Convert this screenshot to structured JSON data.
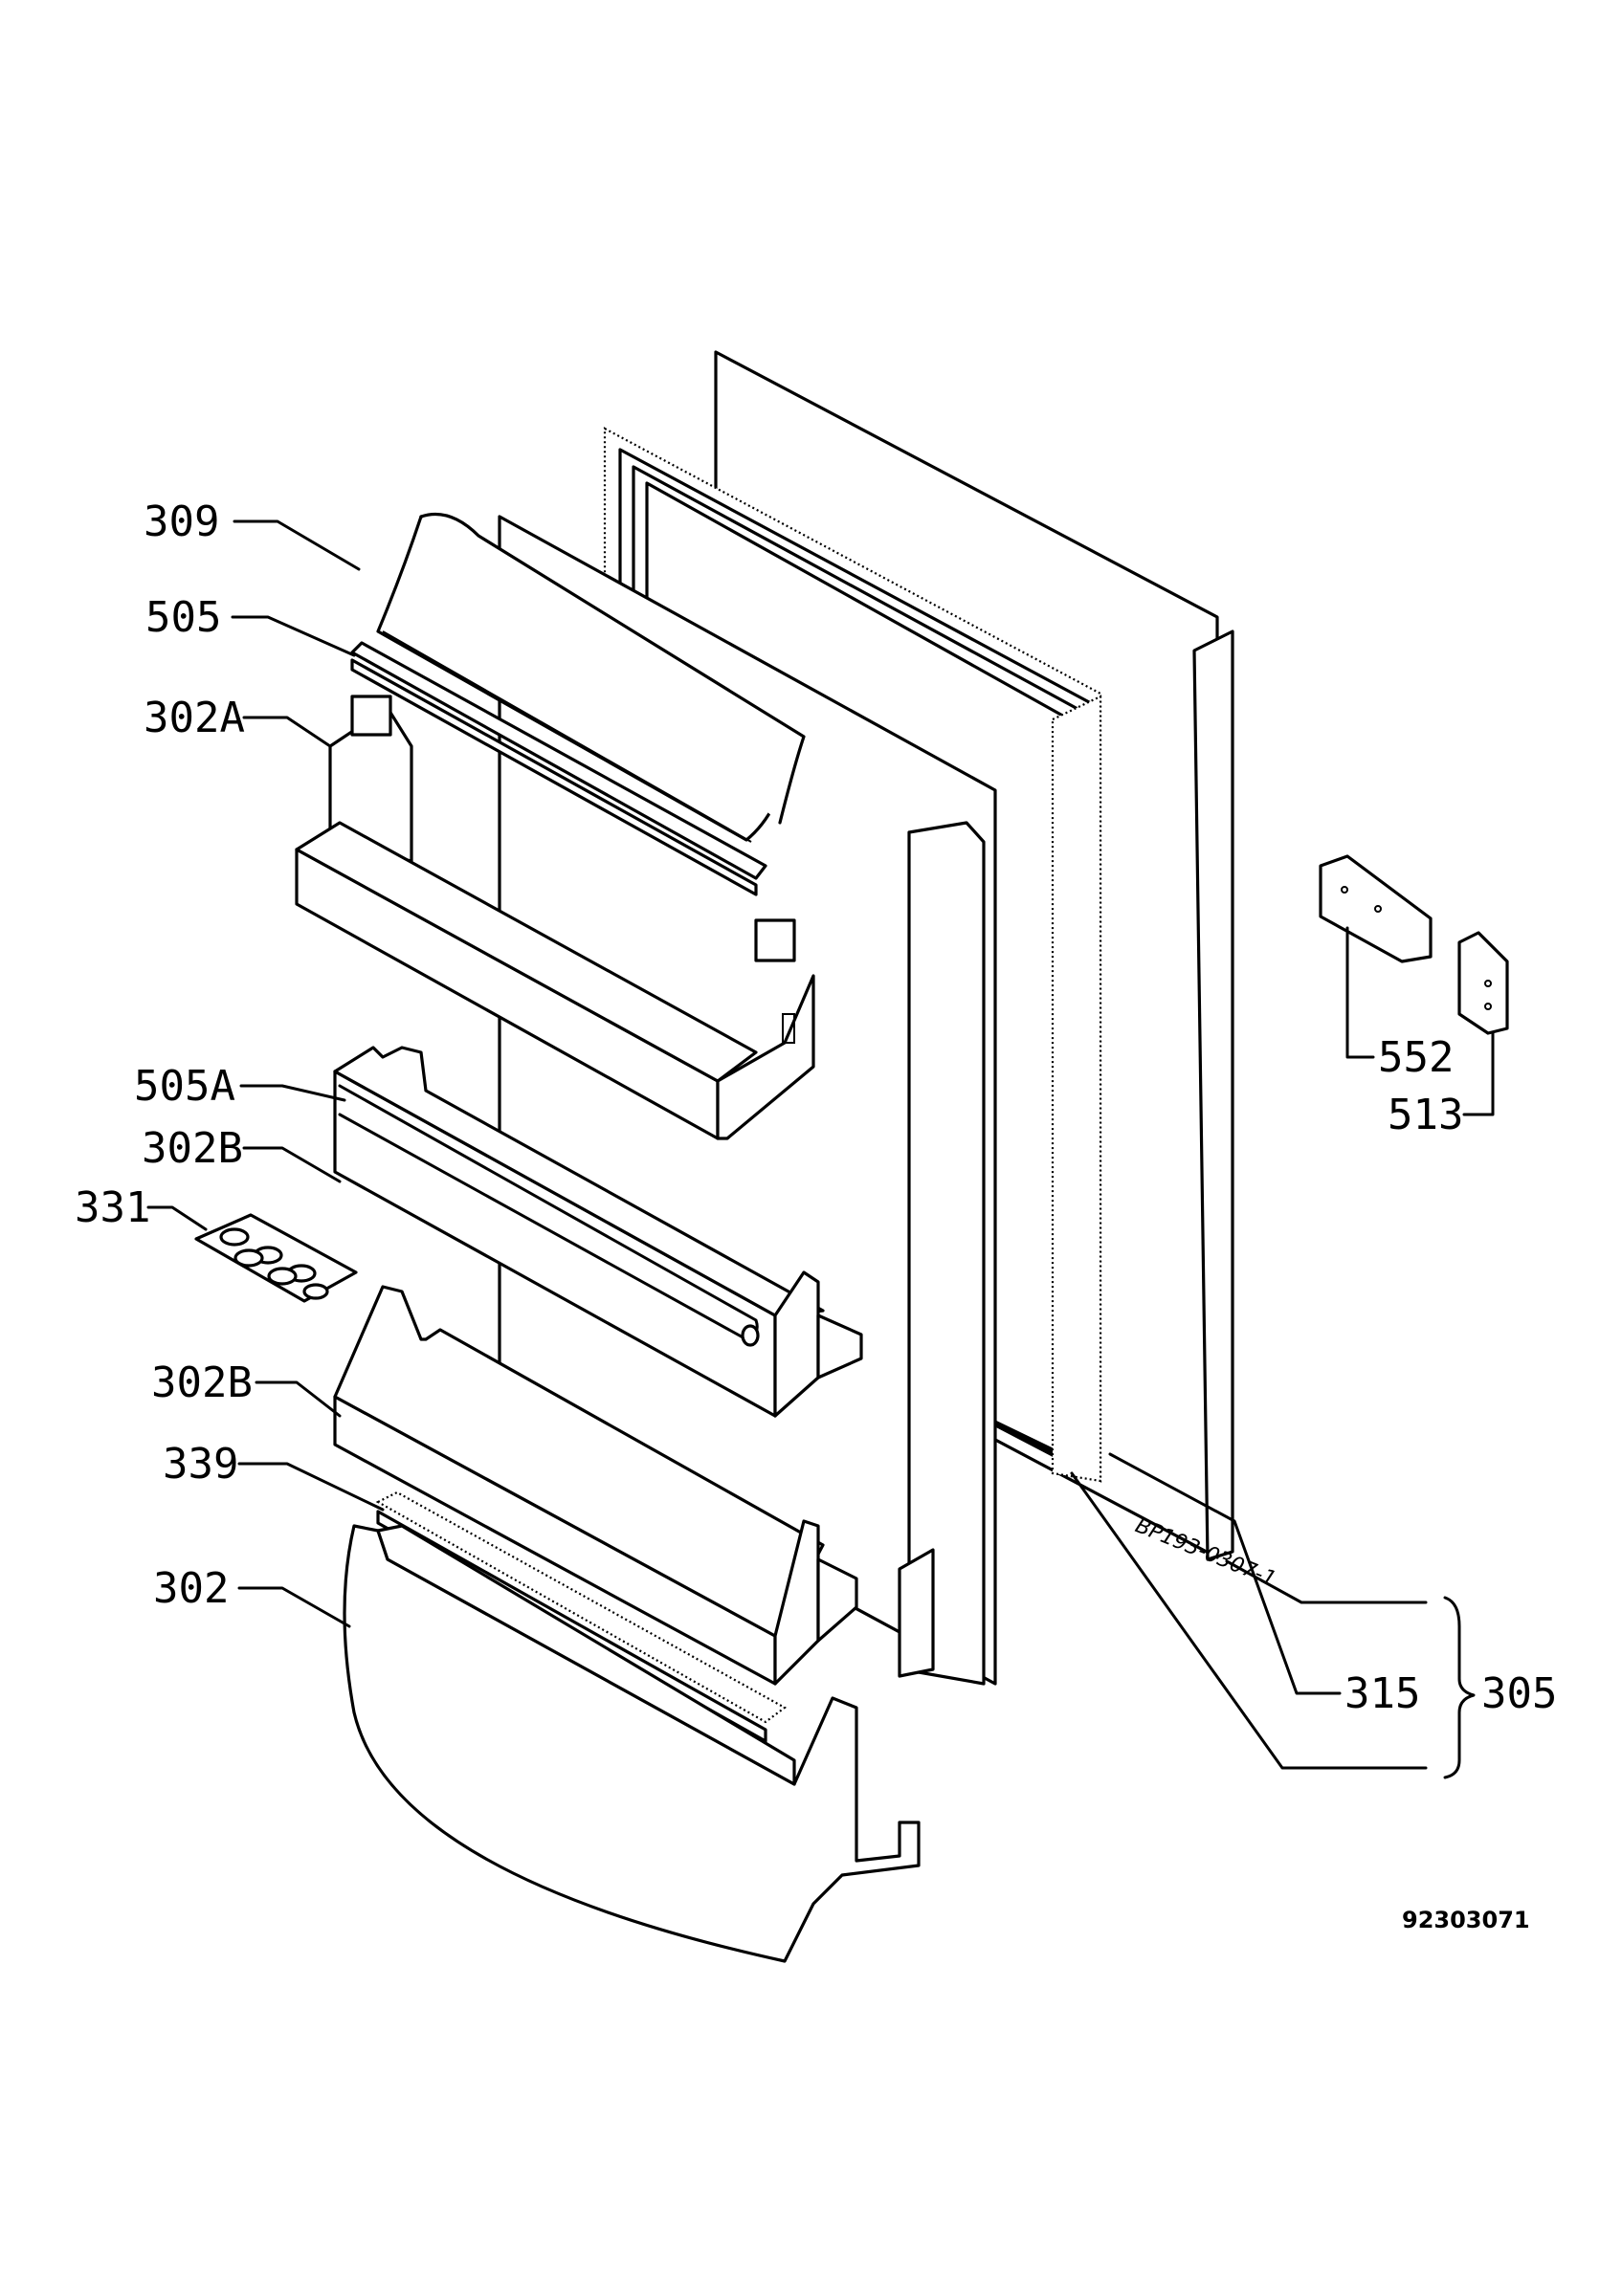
{
  "labels": {
    "l309": "309",
    "l505": "505",
    "l302A": "302A",
    "l505A": "505A",
    "l302B_top": "302B",
    "l331": "331",
    "l302B_bottom": "302B",
    "l339": "339",
    "l302": "302",
    "l552": "552",
    "l513": "513",
    "l315": "315",
    "l305": "305"
  },
  "drawing_number": "92303071",
  "handwritten_note": "BP193-0307-1"
}
